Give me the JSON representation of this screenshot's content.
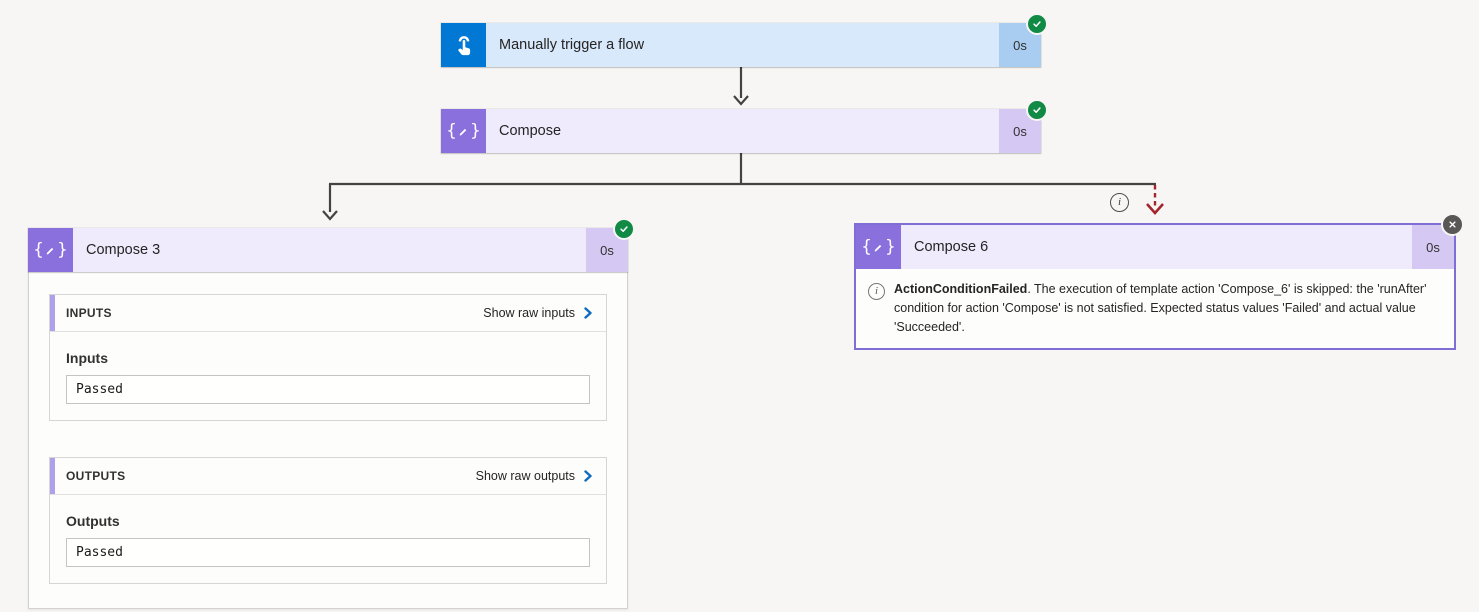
{
  "flow": {
    "trigger": {
      "title": "Manually trigger a flow",
      "duration": "0s",
      "status": "succeeded",
      "icon": "manual-trigger-icon"
    },
    "compose": {
      "title": "Compose",
      "duration": "0s",
      "status": "succeeded",
      "icon": "compose-icon"
    },
    "compose3": {
      "title": "Compose 3",
      "duration": "0s",
      "status": "succeeded",
      "icon": "compose-icon",
      "inputs": {
        "header": "INPUTS",
        "link": "Show raw inputs",
        "label": "Inputs",
        "value": "Passed"
      },
      "outputs": {
        "header": "OUTPUTS",
        "link": "Show raw outputs",
        "label": "Outputs",
        "value": "Passed"
      }
    },
    "compose6": {
      "title": "Compose 6",
      "duration": "0s",
      "status": "skipped",
      "icon": "compose-icon",
      "error_code": "ActionConditionFailed",
      "error_text": ". The execution of template action 'Compose_6' is skipped: the 'runAfter' condition for action 'Compose' is not satisfied. Expected status values 'Failed' and actual value 'Succeeded'."
    },
    "info_symbol": "i"
  },
  "colors": {
    "canvas_bg": "#f7f6f4",
    "trigger_icon_bg": "#0078d4",
    "trigger_body_bg": "#d8e9fb",
    "trigger_duration_bg": "#a9cdf1",
    "compose_icon_bg": "#8a70dd",
    "compose_body_bg": "#efeafc",
    "compose_duration_bg": "#d5c9f4",
    "success_badge": "#118a45",
    "skipped_badge": "#595756",
    "connector": "#454240",
    "skipped_dashed_arrow": "#a4262c",
    "skipped_card_border": "#7e6ed6",
    "section_accent": "#afa0ec",
    "link_chevron": "#0f6cbd"
  }
}
